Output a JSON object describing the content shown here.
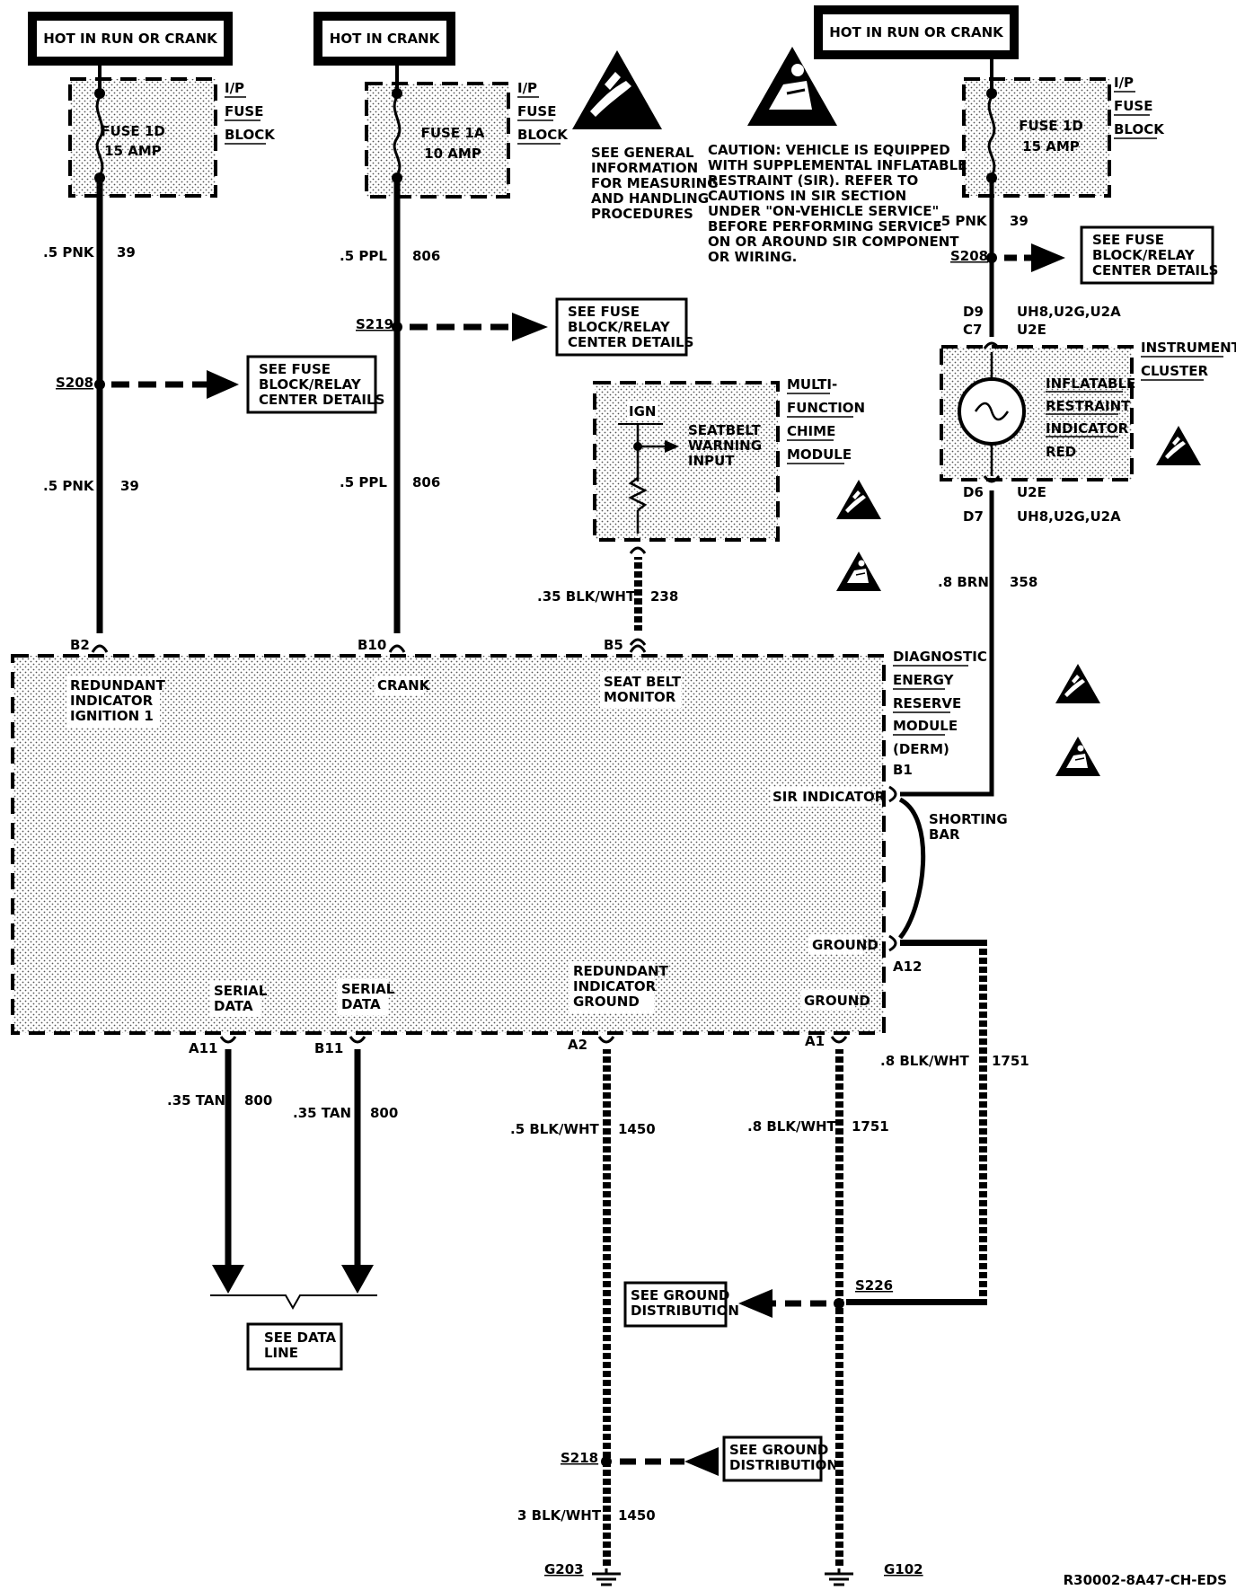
{
  "hot_labels": {
    "left": "HOT IN RUN OR CRANK",
    "middle": "HOT IN CRANK",
    "right": "HOT IN RUN OR CRANK"
  },
  "fuse_block_label": [
    "I/P",
    "FUSE",
    "BLOCK"
  ],
  "fuses": {
    "left": [
      "FUSE 1D",
      "15 AMP"
    ],
    "middle": [
      "FUSE 1A",
      "10 AMP"
    ],
    "right": [
      "FUSE 1D",
      "15 AMP"
    ]
  },
  "wires": {
    "left_top": [
      ".5 PNK",
      "39"
    ],
    "left_bottom": [
      ".5 PNK",
      "39"
    ],
    "mid_top": [
      ".5 PPL",
      "806"
    ],
    "mid_bottom": [
      ".5 PPL",
      "806"
    ],
    "right_top": [
      ".5 PNK",
      "39"
    ],
    "seatbelt": [
      ".35 BLK/WHT",
      "238"
    ],
    "sir_ind": [
      ".8 BRN",
      "358"
    ],
    "serial1": [
      ".35 TAN",
      "800"
    ],
    "serial2": [
      ".35 TAN",
      "800"
    ],
    "red_gnd_top": [
      ".5 BLK/WHT",
      "1450"
    ],
    "red_gnd_bottom": [
      "3 BLK/WHT",
      "1450"
    ],
    "gnd_a1": [
      ".8 BLK/WHT",
      "1751"
    ],
    "gnd_a12": [
      ".8 BLK/WHT",
      "1751"
    ]
  },
  "splices": {
    "s208_left": "S208",
    "s219": "S219",
    "s208_right": "S208",
    "s226": "S226",
    "s218": "S218"
  },
  "see_fuse_text": [
    "SEE FUSE",
    "BLOCK/RELAY",
    "CENTER DETAILS"
  ],
  "see_ground_text": [
    "SEE GROUND",
    "DISTRIBUTION"
  ],
  "see_data_line": [
    "SEE DATA",
    "LINE"
  ],
  "esd_note": [
    "SEE GENERAL",
    "INFORMATION",
    "FOR MEASURING",
    "AND HANDLING",
    "PROCEDURES"
  ],
  "caution_note": [
    "CAUTION: VEHICLE IS EQUIPPED",
    "WITH SUPPLEMENTAL INFLATABLE",
    "RESTRAINT (SIR). REFER TO",
    "CAUTIONS IN SIR SECTION",
    "UNDER \"ON-VEHICLE SERVICE\"",
    "BEFORE PERFORMING SERVICE",
    "ON OR AROUND SIR COMPONENT",
    "OR WIRING."
  ],
  "chime_module": {
    "name": [
      "MULTI-",
      "FUNCTION",
      "CHIME",
      "MODULE"
    ],
    "ign": "IGN",
    "input": [
      "SEATBELT",
      "WARNING",
      "INPUT"
    ]
  },
  "cluster": {
    "name": [
      "INSTRUMENT",
      "CLUSTER"
    ],
    "lamp": [
      "INFLATABLE",
      "RESTRAINT",
      "INDICATOR",
      "RED"
    ],
    "pin_top": [
      "D9",
      "C7"
    ],
    "opt_top": [
      "UH8,U2G,U2A",
      "U2E"
    ],
    "pin_bottom": [
      "D6",
      "D7"
    ],
    "opt_bottom": [
      "U2E",
      "UH8,U2G,U2A"
    ]
  },
  "derm": {
    "name": [
      "DIAGNOSTIC",
      "ENERGY",
      "RESERVE",
      "MODULE",
      "(DERM)"
    ],
    "pins": {
      "b2": "B2",
      "b10": "B10",
      "b5": "B5",
      "b1": "B1",
      "a12": "A12",
      "a11": "A11",
      "b11": "B11",
      "a2": "A2",
      "a1": "A1"
    },
    "redundant_ign": [
      "REDUNDANT",
      "INDICATOR",
      "IGNITION 1"
    ],
    "crank": "CRANK",
    "seat_belt": [
      "SEAT BELT",
      "MONITOR"
    ],
    "sir_indicator": "SIR INDICATOR",
    "ground1": "GROUND",
    "ground2": "GROUND",
    "serial1": [
      "SERIAL",
      "DATA"
    ],
    "serial2": [
      "SERIAL",
      "DATA"
    ],
    "red_ground": [
      "REDUNDANT",
      "INDICATOR",
      "GROUND"
    ]
  },
  "shorting_bar": [
    "SHORTING",
    "BAR"
  ],
  "grounds": {
    "g203": "G203",
    "g102": "G102"
  },
  "code": "R30002-8A47-CH-EDS"
}
